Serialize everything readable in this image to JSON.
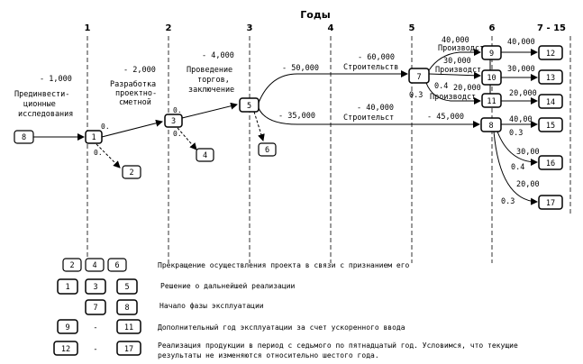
{
  "header": {
    "title": "Годы",
    "years": [
      "1",
      "2",
      "3",
      "4",
      "5",
      "6",
      "7 - 15"
    ]
  },
  "stages": {
    "preinvest": {
      "cost": "- 1,000",
      "label_lines": [
        "Прединвести-",
        "ционные",
        "исследования"
      ]
    },
    "design": {
      "cost": "- 2,000",
      "label_lines": [
        "Разработка",
        "проектно-",
        "сметной"
      ]
    },
    "tender": {
      "cost": "- 4,000",
      "label_lines": [
        "Проведение",
        "торгов,",
        "заключение"
      ]
    }
  },
  "nodes": {
    "start": "8",
    "n1": "1",
    "n2": "2",
    "n3": "3",
    "n4": "4",
    "n5": "5",
    "n6": "6",
    "n7": "7",
    "n8": "8",
    "n9": "9",
    "n10": "10",
    "n11": "11",
    "n12": "12",
    "n13": "13",
    "n14": "14",
    "n15": "15",
    "n16": "16",
    "n17": "17"
  },
  "edges": {
    "p1_up": "0.",
    "p1_down": "0.",
    "p3_up": "0.",
    "p3_down": "0.",
    "c_upper": "- 50,000",
    "c_lower": "- 35,000",
    "c_build1": "- 60,000",
    "build1_label": "Строительств",
    "c_build2": "- 40,000",
    "build2_label": "Строительст",
    "c_prod8": "- 45,000",
    "v9": "40,000",
    "v9_label": "Производст",
    "v10": "30,000",
    "v10_label": "Производст",
    "v11": "20,000",
    "v11_label": "Производст",
    "p7_low": "0.3",
    "p7_mid": "0.4",
    "o12": "40,000",
    "o13": "30,000",
    "o14": "20,000",
    "o15": "40,00",
    "o16": "30,00",
    "o17": "20,00",
    "p8_a": "0.3",
    "p8_b": "0.4",
    "p8_c": "0.3"
  },
  "legend": {
    "row1": {
      "boxes": [
        "2",
        "4",
        "6"
      ],
      "text": "Прекращение осуществления проекта в связи с признанием его"
    },
    "row2": {
      "boxes": [
        "1",
        "3",
        "5"
      ],
      "text": "Решение о дальнейшей реализации"
    },
    "row3": {
      "boxes": [
        "7",
        "8"
      ],
      "text": "Начало фазы эксплуатации"
    },
    "row4": {
      "boxes": [
        "9",
        "11"
      ],
      "dash": "-",
      "text": "Дополнительный год эксплуатации за счет ускоренного ввода"
    },
    "row5": {
      "boxes": [
        "12",
        "17"
      ],
      "dash": "-",
      "text_lines": [
        "Реализация продукции в период с седьмого по пятнадцатый год. Условимся, что текущие",
        "результаты не изменяются относительно шестого года."
      ]
    }
  }
}
